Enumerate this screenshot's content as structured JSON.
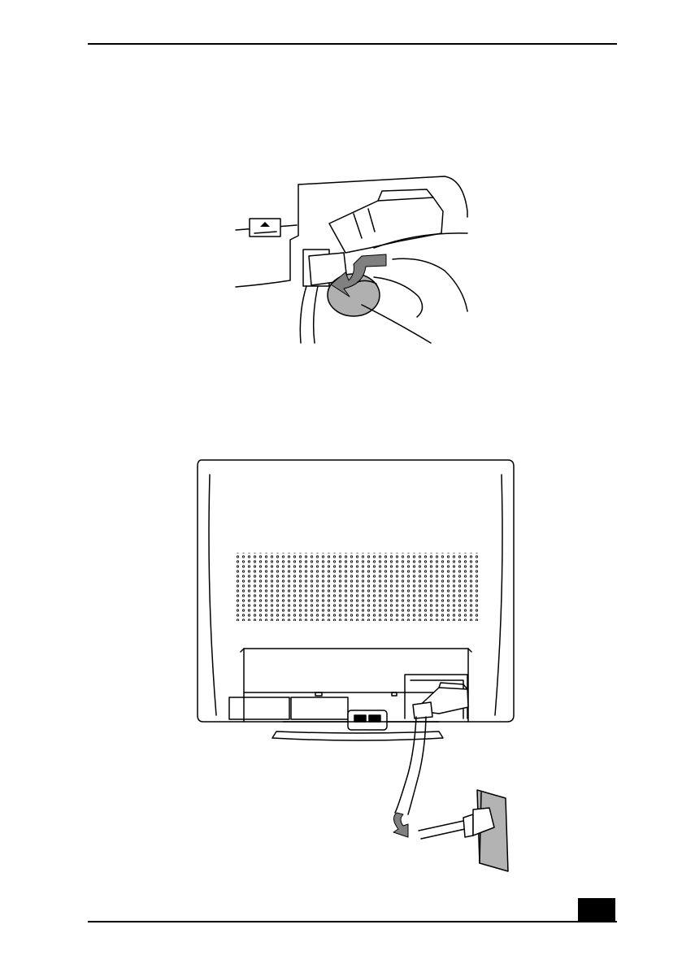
{
  "page": {
    "page_tab_color": "#000000"
  },
  "figures": [
    {
      "id": "figure-1",
      "depicts": "cable-clamp-fastening"
    },
    {
      "id": "figure-2",
      "depicts": "monitor-rear-power-connection"
    }
  ],
  "colors": {
    "arrow_gray": "#808080",
    "outlet_plate": "#b3b3b3",
    "line": "#000000"
  }
}
